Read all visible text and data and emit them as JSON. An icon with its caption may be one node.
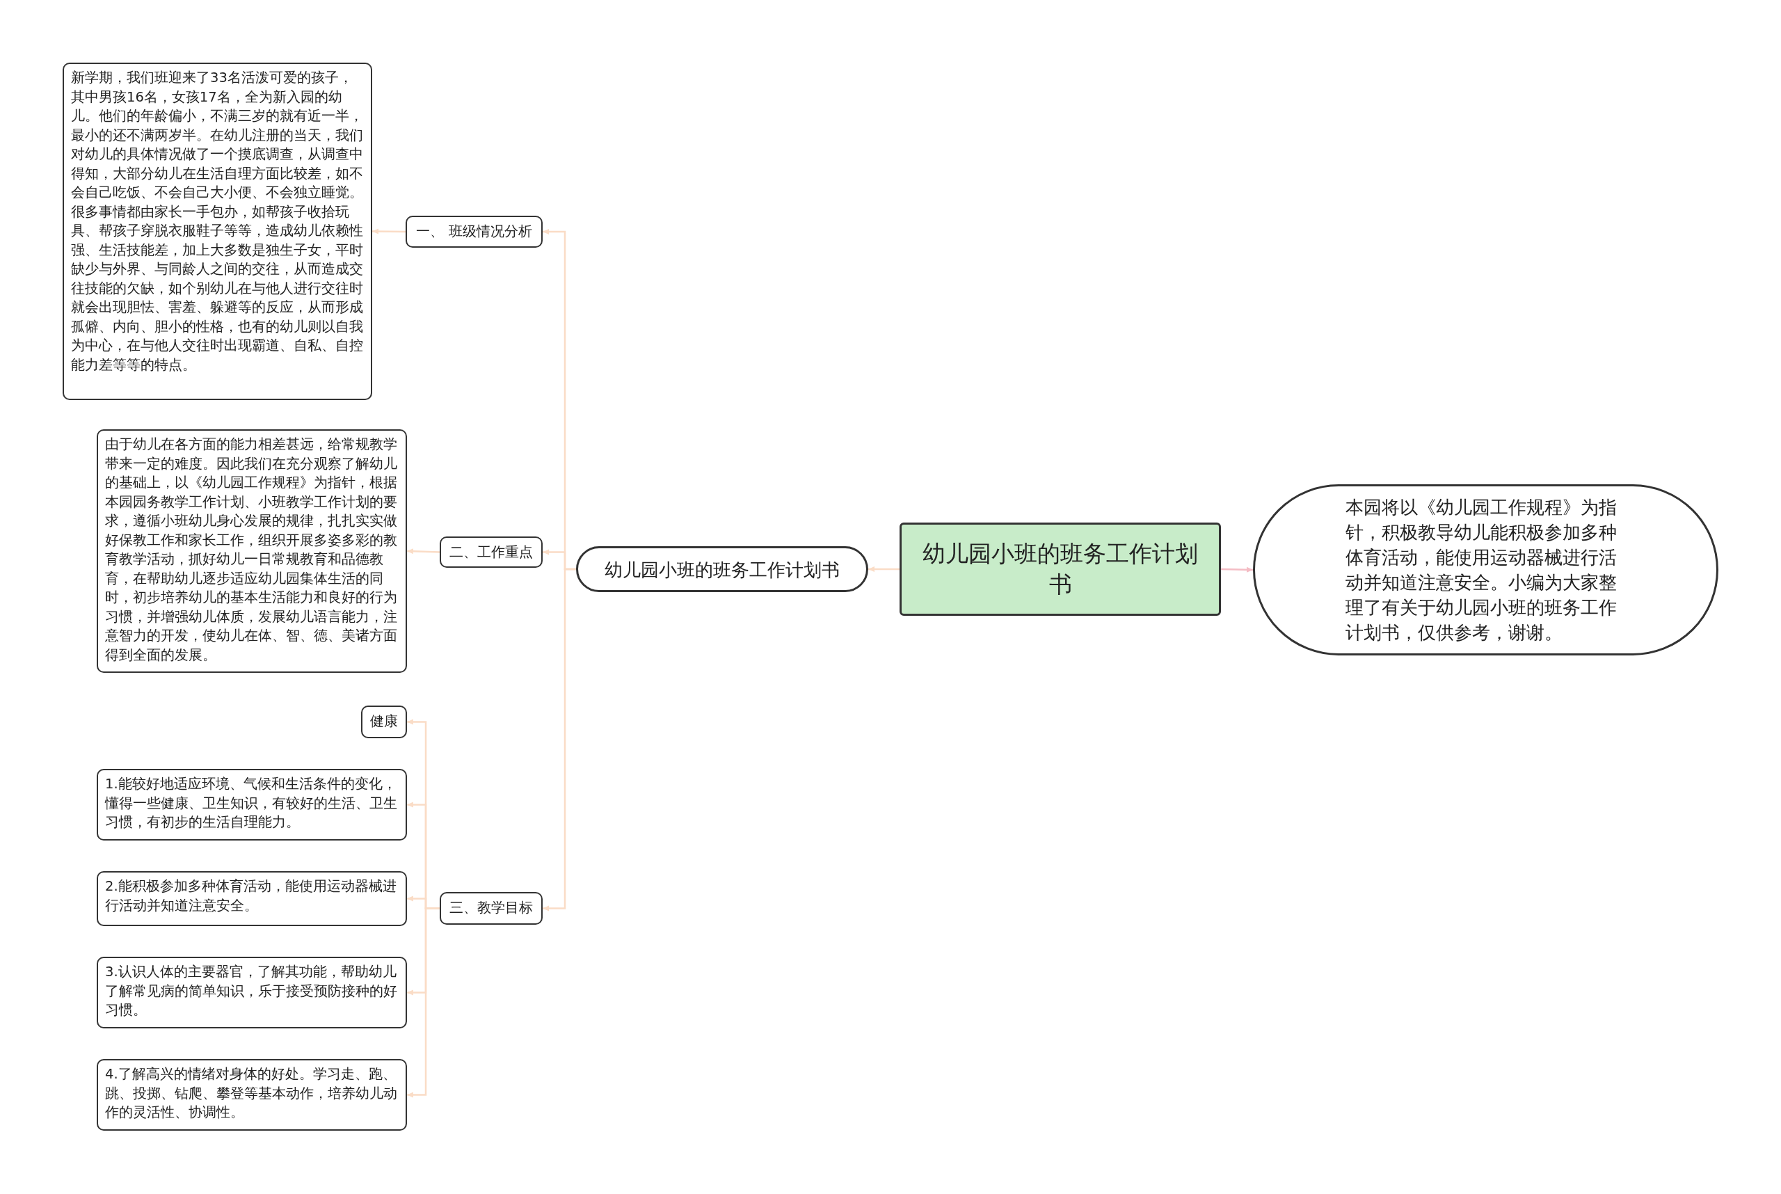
{
  "diagram": {
    "nodes": [
      {
        "text": [
          "幼儿园小班的班务工作计划书"
        ]
      },
      {
        "text": [
          "本园将以《幼儿园工作规程》为指针，积极教导幼儿能积极参加多种体育活动，能使用运动器械进行活动并知道注意安全。小编为大家整理了有关于幼儿园小班的班务工作计划书，仅供参考，谢谢。"
        ]
      },
      {
        "text": [
          "幼儿园小班的班务工作计划书"
        ]
      },
      {
        "text": [
          "一、 班级情况分析"
        ]
      },
      {
        "text": [
          "新学期，我们班迎来了33名活泼可爱的孩子，其中男孩16名，女孩17名，全为新入园的幼儿。他们的年龄偏小，不满三岁的就有近一半，最小的还不满两岁半。在幼儿注册的当天，我们对幼儿的具体情况做了一个摸底调查，从调查中得知，大部分幼儿在生活自理方面比较差，如不会自己吃饭、不会自己大小便、不会独立睡觉。很多事情都由家长一手包办，如帮孩子收拾玩具、帮孩子穿脱衣服鞋子等等，造成幼儿依赖性强、生活技能差，加上大多数是独生子女，平时缺少与外界、与同龄人之间的交往，从而造成交往技能的欠缺，如个别幼儿在与他人进行交往时就会出现胆怯、害羞、躲避等的反应，从而形成孤僻、内向、胆小的性格，也有的幼儿则以自我为中心，在与他人交往时出现霸道、自私、自控能力差等等的特点。"
        ]
      },
      {
        "text": [
          "二、工作重点"
        ]
      },
      {
        "text": [
          "由于幼儿在各方面的能力相差甚远，给常规教学带来一定的难度。因此我们在充分观察了解幼儿的基础上，以《幼儿园工作规程》为指针，根据本园园务教学工作计划、小班教学工作计划的要求，遵循小班幼儿身心发展的规律，扎扎实实做好保教工作和家长工作，组织开展多姿多彩的教育教学活动，抓好幼儿一日常规教育和品德教育，在帮助幼儿逐步适应幼儿园集体生活的同时，初步培养幼儿的基本生活能力和良好的行为习惯，并增强幼儿体质，发展幼儿语言能力，注意智力的开发，使幼儿在体、智、德、美诸方面得到全面的发展。"
        ]
      },
      {
        "text": [
          "三、教学目标"
        ]
      },
      {
        "text": [
          "健康"
        ]
      },
      {
        "text": [
          "1.能较好地适应环境、气候和生活条件的变化，懂得一些健康、卫生知识，有较好的生活、卫生习惯，有初步的生活自理能力。"
        ]
      },
      {
        "text": [
          "2.能积极参加多种体育活动，能使用运动器械进行活动并知道注意安全。"
        ]
      },
      {
        "text": [
          "3.认识人体的主要器官，了解其功能，帮助幼儿了解常见病的简单知识，乐于接受预防接种的好习惯。"
        ]
      },
      {
        "text": [
          "4.了解高兴的情绪对身体的好处。学习走、跑、跳、投掷、钻爬、攀登等基本动作，培养幼儿动作的灵活性、协调性。"
        ]
      }
    ],
    "edges": [
      {
        "from": 0,
        "to": 1,
        "arrow": "to",
        "color": "#f4bcc4"
      },
      {
        "from": 0,
        "to": 2,
        "arrow": "to"
      },
      {
        "from": 2,
        "to": 3,
        "arrow": "to"
      },
      {
        "from": 3,
        "to": 4,
        "arrow": "to"
      },
      {
        "from": 2,
        "to": 5,
        "arrow": "to"
      },
      {
        "from": 5,
        "to": 6,
        "arrow": "to"
      },
      {
        "from": 2,
        "to": 7,
        "arrow": "to"
      },
      {
        "from": 7,
        "to": 8,
        "arrow": "to"
      },
      {
        "from": 7,
        "to": 9,
        "arrow": "to"
      },
      {
        "from": 7,
        "to": 10,
        "arrow": "to"
      },
      {
        "from": 7,
        "to": 11,
        "arrow": "to"
      },
      {
        "from": 7,
        "to": 12,
        "arrow": "to"
      }
    ]
  }
}
